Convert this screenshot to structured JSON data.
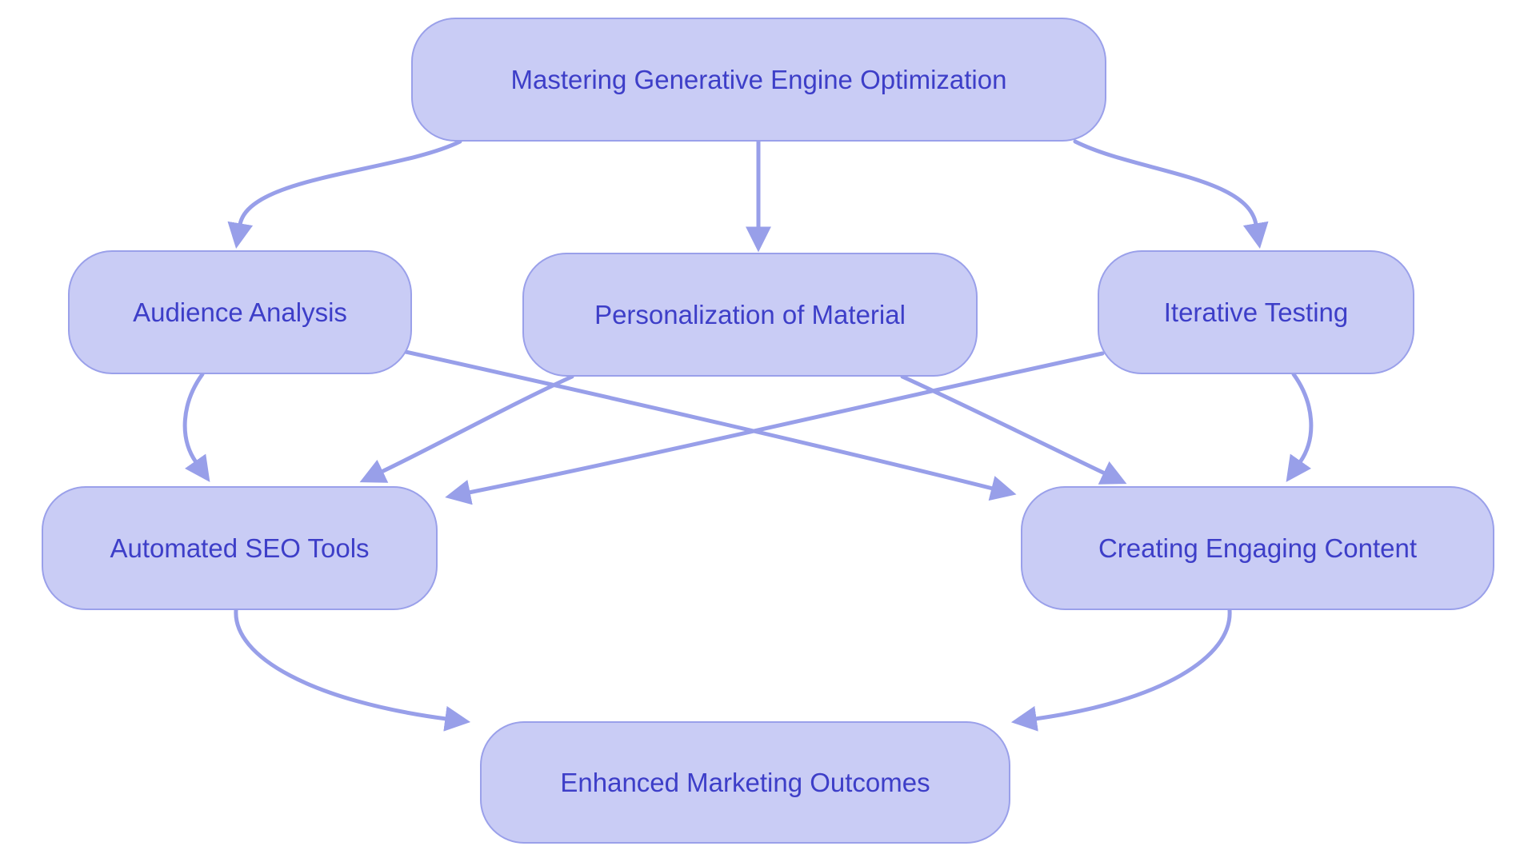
{
  "title": "Mastering Generative Engine Optimization Flowchart",
  "colors": {
    "background": "#ffffff",
    "node_fill": "#c9ccf5",
    "node_border": "#9aa0ea",
    "arrow": "#989fe9",
    "text": "#3d3ec8"
  },
  "diagram": {
    "type": "flowchart",
    "nodes": [
      {
        "id": "root",
        "label": "Mastering Generative Engine Optimization"
      },
      {
        "id": "audience",
        "label": "Audience Analysis"
      },
      {
        "id": "personalization",
        "label": "Personalization of Material"
      },
      {
        "id": "iterative",
        "label": "Iterative Testing"
      },
      {
        "id": "automated",
        "label": "Automated SEO Tools"
      },
      {
        "id": "creating",
        "label": "Creating Engaging Content"
      },
      {
        "id": "enhanced",
        "label": "Enhanced Marketing Outcomes"
      }
    ],
    "edges": [
      {
        "from": "Mastering Generative Engine Optimization",
        "to": "Audience Analysis"
      },
      {
        "from": "Mastering Generative Engine Optimization",
        "to": "Personalization of Material"
      },
      {
        "from": "Mastering Generative Engine Optimization",
        "to": "Iterative Testing"
      },
      {
        "from": "Audience Analysis",
        "to": "Automated SEO Tools"
      },
      {
        "from": "Audience Analysis",
        "to": "Creating Engaging Content"
      },
      {
        "from": "Personalization of Material",
        "to": "Automated SEO Tools"
      },
      {
        "from": "Personalization of Material",
        "to": "Creating Engaging Content"
      },
      {
        "from": "Iterative Testing",
        "to": "Automated SEO Tools"
      },
      {
        "from": "Iterative Testing",
        "to": "Creating Engaging Content"
      },
      {
        "from": "Automated SEO Tools",
        "to": "Enhanced Marketing Outcomes"
      },
      {
        "from": "Creating Engaging Content",
        "to": "Enhanced Marketing Outcomes"
      }
    ]
  }
}
